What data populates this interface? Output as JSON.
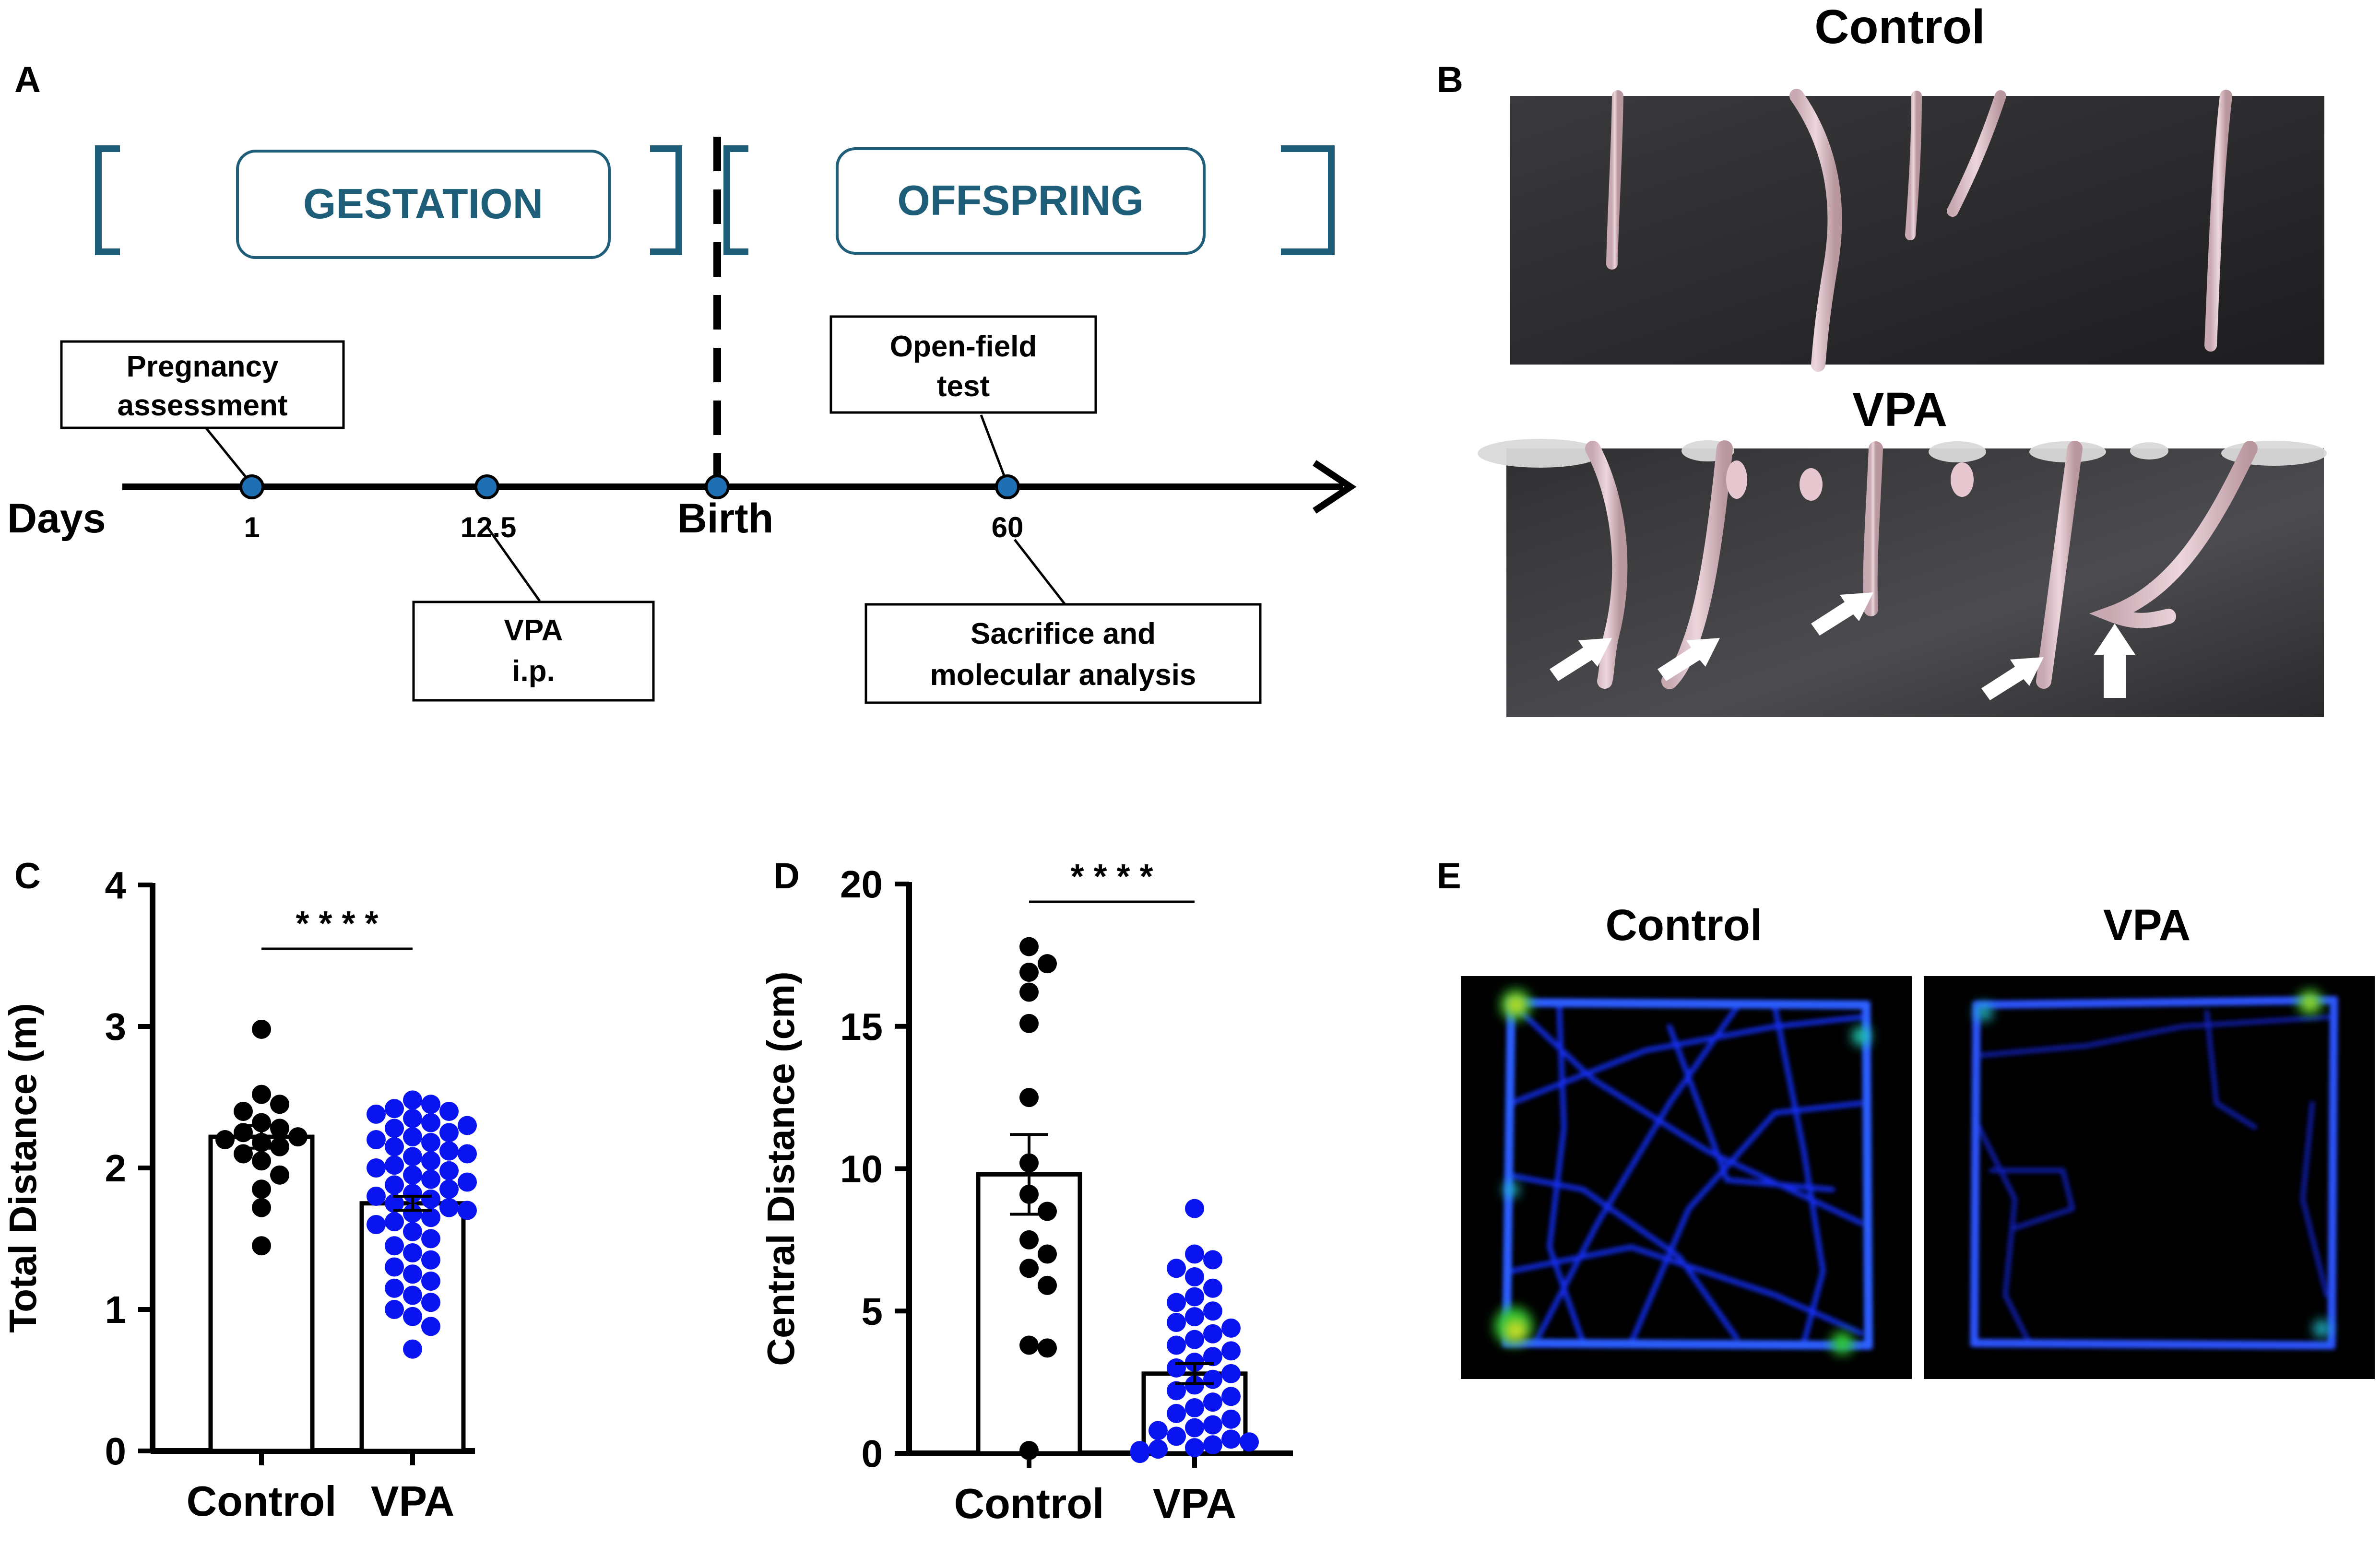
{
  "panel_labels": {
    "a": "A",
    "b": "B",
    "c": "C",
    "d": "D",
    "e": "E"
  },
  "timeline": {
    "phase_gestation": "GESTATION",
    "phase_offspring": "OFFSPRING",
    "axis_label": "Days",
    "tick_1": "1",
    "tick_12_5": "12.5",
    "tick_birth": "Birth",
    "tick_60": "60",
    "box_pregnancy_line1": "Pregnancy",
    "box_pregnancy_line2": "assessment",
    "box_vpa_line1": "VPA",
    "box_vpa_line2": "i.p.",
    "box_openfield_line1": "Open-field",
    "box_openfield_line2": "test",
    "box_sacrifice_line1": "Sacrifice and",
    "box_sacrifice_line2": "molecular analysis",
    "colors": {
      "teal": "#1f5e78",
      "dot": "#1f6fb4"
    }
  },
  "tails": {
    "control_title": "Control",
    "vpa_title": "VPA"
  },
  "heatmaps": {
    "control_title": "Control",
    "vpa_title": "VPA"
  },
  "chart_data": [
    {
      "type": "bar",
      "categories": [
        "Control",
        "VPA"
      ],
      "values": [
        2.22,
        1.75
      ],
      "sem": [
        0.08,
        0.05
      ],
      "ylabel": "Total Distance (m)",
      "ylim": [
        0,
        4
      ],
      "yticks": [
        "0",
        "1",
        "2",
        "3",
        "4"
      ],
      "significance": "* * * *",
      "colors": {
        "Control": "#000000",
        "VPA": "#0a14f0"
      },
      "points": {
        "Control": [
          2.98,
          2.52,
          2.45,
          2.4,
          2.32,
          2.28,
          2.25,
          2.22,
          2.2,
          2.18,
          2.15,
          2.1,
          2.05,
          1.95,
          1.85,
          1.72,
          1.45
        ],
        "VPA": [
          2.48,
          2.45,
          2.42,
          2.4,
          2.38,
          2.35,
          2.32,
          2.3,
          2.28,
          2.25,
          2.22,
          2.2,
          2.18,
          2.15,
          2.12,
          2.1,
          2.08,
          2.05,
          2.02,
          2.0,
          1.98,
          1.95,
          1.92,
          1.9,
          1.88,
          1.85,
          1.82,
          1.8,
          1.78,
          1.75,
          1.72,
          1.7,
          1.68,
          1.65,
          1.62,
          1.6,
          1.55,
          1.5,
          1.45,
          1.4,
          1.35,
          1.3,
          1.25,
          1.2,
          1.15,
          1.1,
          1.05,
          1.0,
          0.95,
          0.88,
          0.72
        ]
      }
    },
    {
      "type": "bar",
      "categories": [
        "Control",
        "VPA"
      ],
      "values": [
        9.8,
        2.8
      ],
      "sem": [
        1.4,
        0.35
      ],
      "ylabel": "Central Distance (cm)",
      "ylim": [
        0,
        20
      ],
      "yticks": [
        "0",
        "5",
        "10",
        "15",
        "20"
      ],
      "significance": "* * * *",
      "colors": {
        "Control": "#000000",
        "VPA": "#0a14f0"
      },
      "points": {
        "Control": [
          17.8,
          17.2,
          16.9,
          16.2,
          15.1,
          12.5,
          10.2,
          9.1,
          8.5,
          7.5,
          7.0,
          6.5,
          5.9,
          3.8,
          3.7,
          0.1
        ],
        "VPA": [
          8.6,
          7.0,
          6.8,
          6.5,
          6.2,
          5.8,
          5.5,
          5.3,
          5.0,
          4.8,
          4.6,
          4.4,
          4.2,
          4.0,
          3.8,
          3.6,
          3.4,
          3.2,
          3.0,
          2.8,
          2.6,
          2.4,
          2.2,
          2.0,
          1.8,
          1.6,
          1.4,
          1.2,
          1.0,
          0.9,
          0.8,
          0.6,
          0.5,
          0.4,
          0.3,
          0.2,
          0.15,
          0.1,
          0.05,
          0.05,
          0.0,
          0.0,
          0.0,
          0.0,
          0.0
        ]
      }
    }
  ]
}
